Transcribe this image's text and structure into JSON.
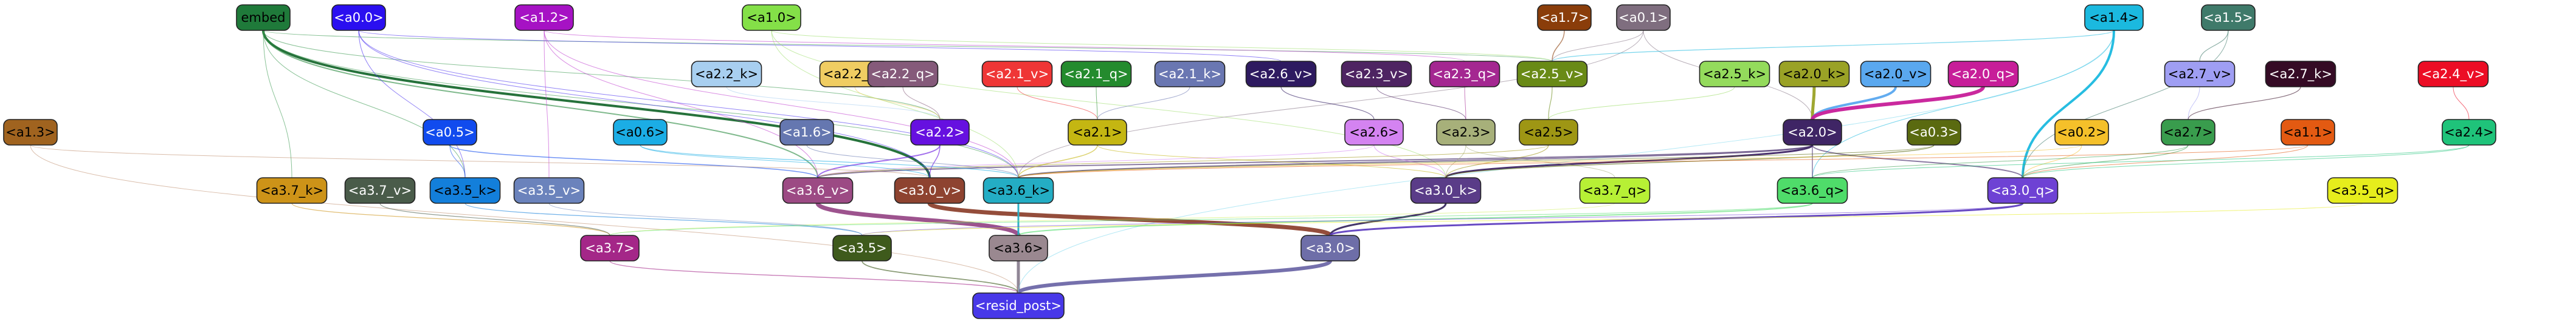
{
  "nodes": [
    {
      "id": "embed",
      "label": "embed",
      "fill": "#1f7a3a",
      "text": "#000000"
    },
    {
      "id": "a0_0",
      "label": "<a0.0>",
      "fill": "#2a0ff0",
      "text": "#ffffff"
    },
    {
      "id": "a1_2",
      "label": "<a1.2>",
      "fill": "#a612c4",
      "text": "#ffffff"
    },
    {
      "id": "a1_0",
      "label": "<a1.0>",
      "fill": "#84e048",
      "text": "#000000"
    },
    {
      "id": "a1_7",
      "label": "<a1.7>",
      "fill": "#8a3d0a",
      "text": "#ffffff"
    },
    {
      "id": "a0_1",
      "label": "<a0.1>",
      "fill": "#7f6e7f",
      "text": "#ffffff"
    },
    {
      "id": "a1_4",
      "label": "<a1.4>",
      "fill": "#1bb9df",
      "text": "#000000"
    },
    {
      "id": "a1_5",
      "label": "<a1.5>",
      "fill": "#3f7a6a",
      "text": "#ffffff"
    },
    {
      "id": "a2_2_k",
      "label": "<a2.2_k>",
      "fill": "#a8cff0",
      "text": "#000000"
    },
    {
      "id": "a2_2_v",
      "label": "<a2.2_v>",
      "fill": "#f0cd62",
      "text": "#000000"
    },
    {
      "id": "a2_2_q",
      "label": "<a2.2_q>",
      "fill": "#855a7a",
      "text": "#ffffff"
    },
    {
      "id": "a2_1_v",
      "label": "<a2.1_v>",
      "fill": "#ef3636",
      "text": "#ffffff"
    },
    {
      "id": "a2_1_q",
      "label": "<a2.1_q>",
      "fill": "#248b2e",
      "text": "#ffffff"
    },
    {
      "id": "a2_1_k",
      "label": "<a2.1_k>",
      "fill": "#6a77b2",
      "text": "#ffffff"
    },
    {
      "id": "a2_6_v",
      "label": "<a2.6_v>",
      "fill": "#2e1a60",
      "text": "#ffffff"
    },
    {
      "id": "a2_3_v",
      "label": "<a2.3_v>",
      "fill": "#4e2462",
      "text": "#ffffff"
    },
    {
      "id": "a2_3_q",
      "label": "<a2.3_q>",
      "fill": "#a42791",
      "text": "#ffffff"
    },
    {
      "id": "a2_5_v",
      "label": "<a2.5_v>",
      "fill": "#698a16",
      "text": "#ffffff"
    },
    {
      "id": "a2_5_k",
      "label": "<a2.5_k>",
      "fill": "#94db5c",
      "text": "#000000"
    },
    {
      "id": "a2_0_k",
      "label": "<a2.0_k>",
      "fill": "#9aa226",
      "text": "#000000"
    },
    {
      "id": "a2_0_v",
      "label": "<a2.0_v>",
      "fill": "#5aa8ef",
      "text": "#000000"
    },
    {
      "id": "a2_0_q",
      "label": "<a2.0_q>",
      "fill": "#c71e99",
      "text": "#ffffff"
    },
    {
      "id": "a2_7_v",
      "label": "<a2.7_v>",
      "fill": "#9f9ef3",
      "text": "#000000"
    },
    {
      "id": "a2_7_k",
      "label": "<a2.7_k>",
      "fill": "#350b25",
      "text": "#ffffff"
    },
    {
      "id": "a2_4_v",
      "label": "<a2.4_v>",
      "fill": "#ec0d25",
      "text": "#ffffff"
    },
    {
      "id": "a1_3",
      "label": "<a1.3>",
      "fill": "#a0631f",
      "text": "#000000"
    },
    {
      "id": "a0_5",
      "label": "<a0.5>",
      "fill": "#114bee",
      "text": "#ffffff"
    },
    {
      "id": "a0_6",
      "label": "<a0.6>",
      "fill": "#1bade5",
      "text": "#000000"
    },
    {
      "id": "a1_6",
      "label": "<a1.6>",
      "fill": "#6577b0",
      "text": "#ffffff"
    },
    {
      "id": "a2_2",
      "label": "<a2.2>",
      "fill": "#6610e0",
      "text": "#ffffff"
    },
    {
      "id": "a2_1",
      "label": "<a2.1>",
      "fill": "#c4b612",
      "text": "#000000"
    },
    {
      "id": "a2_6",
      "label": "<a2.6>",
      "fill": "#d483f1",
      "text": "#000000"
    },
    {
      "id": "a2_3",
      "label": "<a2.3>",
      "fill": "#a7b07a",
      "text": "#000000"
    },
    {
      "id": "a2_5",
      "label": "<a2.5>",
      "fill": "#9e9614",
      "text": "#000000"
    },
    {
      "id": "a2_0",
      "label": "<a2.0>",
      "fill": "#3f2565",
      "text": "#ffffff"
    },
    {
      "id": "a0_3",
      "label": "<a0.3>",
      "fill": "#5a6a10",
      "text": "#ffffff"
    },
    {
      "id": "a0_2",
      "label": "<a0.2>",
      "fill": "#f5c02a",
      "text": "#000000"
    },
    {
      "id": "a2_7",
      "label": "<a2.7>",
      "fill": "#399c4d",
      "text": "#000000"
    },
    {
      "id": "a1_1",
      "label": "<a1.1>",
      "fill": "#e35a12",
      "text": "#000000"
    },
    {
      "id": "a2_4",
      "label": "<a2.4>",
      "fill": "#1fc37a",
      "text": "#000000"
    },
    {
      "id": "a3_7_k",
      "label": "<a3.7_k>",
      "fill": "#cd9318",
      "text": "#000000"
    },
    {
      "id": "a3_7_v",
      "label": "<a3.7_v>",
      "fill": "#4a5c4a",
      "text": "#ffffff"
    },
    {
      "id": "a3_5_k",
      "label": "<a3.5_k>",
      "fill": "#137fdb",
      "text": "#000000"
    },
    {
      "id": "a3_5_v",
      "label": "<a3.5_v>",
      "fill": "#6b83bc",
      "text": "#ffffff"
    },
    {
      "id": "a3_6_v",
      "label": "<a3.6_v>",
      "fill": "#9c4a84",
      "text": "#ffffff"
    },
    {
      "id": "a3_0_v",
      "label": "<a3.0_v>",
      "fill": "#8e4330",
      "text": "#ffffff"
    },
    {
      "id": "a3_6_k",
      "label": "<a3.6_k>",
      "fill": "#24adc4",
      "text": "#000000"
    },
    {
      "id": "a3_0_k",
      "label": "<a3.0_k>",
      "fill": "#5a3c88",
      "text": "#ffffff"
    },
    {
      "id": "a3_7_q",
      "label": "<a3.7_q>",
      "fill": "#b7f035",
      "text": "#000000"
    },
    {
      "id": "a3_6_q",
      "label": "<a3.6_q>",
      "fill": "#4fdc6a",
      "text": "#000000"
    },
    {
      "id": "a3_0_q",
      "label": "<a3.0_q>",
      "fill": "#6e42d4",
      "text": "#ffffff"
    },
    {
      "id": "a3_5_q",
      "label": "<a3.5_q>",
      "fill": "#e6ed1c",
      "text": "#000000"
    },
    {
      "id": "a3_7",
      "label": "<a3.7>",
      "fill": "#a42788",
      "text": "#ffffff"
    },
    {
      "id": "a3_5",
      "label": "<a3.5>",
      "fill": "#3e5a1c",
      "text": "#ffffff"
    },
    {
      "id": "a3_6",
      "label": "<a3.6>",
      "fill": "#9a8890",
      "text": "#000000"
    },
    {
      "id": "a3_0",
      "label": "<a3.0>",
      "fill": "#6e6ea8",
      "text": "#ffffff"
    },
    {
      "id": "resid_post",
      "label": "<resid_post>",
      "fill": "#4838e8",
      "text": "#ffffff"
    }
  ],
  "edges": [
    {
      "from": "a3_6",
      "to": "resid_post",
      "color": "#8a8090",
      "width": 5
    },
    {
      "from": "a3_0",
      "to": "resid_post",
      "color": "#6e68a8",
      "width": 6
    },
    {
      "from": "a3_7",
      "to": "resid_post",
      "color": "#a42788",
      "width": 1.4
    },
    {
      "from": "a3_5",
      "to": "resid_post",
      "color": "#3e5a1c",
      "width": 1.8
    },
    {
      "from": "a1_3",
      "to": "resid_post",
      "color": "#c09070",
      "width": 1
    },
    {
      "from": "a1_4",
      "to": "resid_post",
      "color": "#7fd8ee",
      "width": 1
    },
    {
      "from": "a3_0_v",
      "to": "a3_0",
      "color": "#8e4330",
      "width": 7
    },
    {
      "from": "a3_0_k",
      "to": "a3_0",
      "color": "#3a2a60",
      "width": 3
    },
    {
      "from": "a3_0_q",
      "to": "a3_0",
      "color": "#6040c0",
      "width": 3
    },
    {
      "from": "a3_6_v",
      "to": "a3_6",
      "color": "#984a88",
      "width": 7
    },
    {
      "from": "a3_6_k",
      "to": "a3_6",
      "color": "#24adc4",
      "width": 3
    },
    {
      "from": "a3_6_q",
      "to": "a3_6",
      "color": "#4fdc6a",
      "width": 2
    },
    {
      "from": "a3_7_k",
      "to": "a3_7",
      "color": "#cd9318",
      "width": 1.2
    },
    {
      "from": "a3_7_v",
      "to": "a3_7",
      "color": "#4a5c4a",
      "width": 1.2
    },
    {
      "from": "a3_7_q",
      "to": "a3_7",
      "color": "#d0f060",
      "width": 1
    },
    {
      "from": "a3_5_k",
      "to": "a3_5",
      "color": "#137fdb",
      "width": 1.2
    },
    {
      "from": "a3_5_v",
      "to": "a3_5",
      "color": "#6b83bc",
      "width": 1
    },
    {
      "from": "a3_5_q",
      "to": "a3_5",
      "color": "#e6ed1c",
      "width": 1
    },
    {
      "from": "embed",
      "to": "a3_0_v",
      "color": "#1a6a30",
      "width": 4
    },
    {
      "from": "embed",
      "to": "a3_6_v",
      "color": "#2a8a40",
      "width": 2
    },
    {
      "from": "embed",
      "to": "a3_7_k",
      "color": "#3a9a50",
      "width": 1
    },
    {
      "from": "embed",
      "to": "a3_5_k",
      "color": "#3a9a50",
      "width": 1
    },
    {
      "from": "embed",
      "to": "a3_6_k",
      "color": "#3a9a50",
      "width": 1
    },
    {
      "from": "embed",
      "to": "a2_2",
      "color": "#3a9a50",
      "width": 1
    },
    {
      "from": "embed",
      "to": "a2_5_v",
      "color": "#3a9a50",
      "width": 1
    },
    {
      "from": "a0_0",
      "to": "a3_5_k",
      "color": "#4a30f0",
      "width": 1
    },
    {
      "from": "a0_0",
      "to": "a3_0_v",
      "color": "#4a30f0",
      "width": 1
    },
    {
      "from": "a0_0",
      "to": "a2_6_v",
      "color": "#4a30f0",
      "width": 1
    },
    {
      "from": "a0_0",
      "to": "a3_6_k",
      "color": "#4a30f0",
      "width": 1
    },
    {
      "from": "a1_2",
      "to": "a3_6_k",
      "color": "#c040d0",
      "width": 1
    },
    {
      "from": "a1_2",
      "to": "a3_5_v",
      "color": "#c040d0",
      "width": 1
    },
    {
      "from": "a1_2",
      "to": "a2_3_q",
      "color": "#c040d0",
      "width": 1
    },
    {
      "from": "a1_2",
      "to": "a3_6_v",
      "color": "#c040d0",
      "width": 1
    },
    {
      "from": "a1_0",
      "to": "a3_6_k",
      "color": "#a0e070",
      "width": 1
    },
    {
      "from": "a1_0",
      "to": "a2_5_v",
      "color": "#a0e070",
      "width": 1
    },
    {
      "from": "a1_0",
      "to": "a3_0_k",
      "color": "#a0e070",
      "width": 1
    },
    {
      "from": "a1_7",
      "to": "a2_5_v",
      "color": "#8a3d0a",
      "width": 1.5
    },
    {
      "from": "a0_1",
      "to": "a2_5_v",
      "color": "#8a7a8a",
      "width": 1
    },
    {
      "from": "a0_1",
      "to": "a3_6_k",
      "color": "#8a7a8a",
      "width": 1
    },
    {
      "from": "a0_1",
      "to": "a2_0",
      "color": "#8a7a8a",
      "width": 1
    },
    {
      "from": "a1_4",
      "to": "a3_0_q",
      "color": "#1bb9df",
      "width": 4
    },
    {
      "from": "a1_4",
      "to": "a2_5_v",
      "color": "#1bb9df",
      "width": 1.2
    },
    {
      "from": "a1_4",
      "to": "a3_6_q",
      "color": "#1bb9df",
      "width": 1
    },
    {
      "from": "a1_5",
      "to": "a2_7_v",
      "color": "#3f7a6a",
      "width": 1.2
    },
    {
      "from": "a1_5",
      "to": "a3_0_q",
      "color": "#3f7a6a",
      "width": 1
    },
    {
      "from": "a2_2_k",
      "to": "a2_2",
      "color": "#a8cff0",
      "width": 1
    },
    {
      "from": "a2_2_v",
      "to": "a2_2",
      "color": "#f0cd62",
      "width": 1
    },
    {
      "from": "a2_2_q",
      "to": "a2_2",
      "color": "#855a7a",
      "width": 1
    },
    {
      "from": "a2_1_v",
      "to": "a2_1",
      "color": "#ef3636",
      "width": 1
    },
    {
      "from": "a2_1_q",
      "to": "a2_1",
      "color": "#248b2e",
      "width": 1
    },
    {
      "from": "a2_1_k",
      "to": "a2_1",
      "color": "#6a77b2",
      "width": 1
    },
    {
      "from": "a2_6_v",
      "to": "a2_6",
      "color": "#2e1a60",
      "width": 1.2
    },
    {
      "from": "a2_3_v",
      "to": "a2_3",
      "color": "#4e2462",
      "width": 1
    },
    {
      "from": "a2_3_q",
      "to": "a2_3",
      "color": "#a42791",
      "width": 1
    },
    {
      "from": "a2_5_v",
      "to": "a2_5",
      "color": "#698a16",
      "width": 1.2
    },
    {
      "from": "a2_5_k",
      "to": "a2_5",
      "color": "#94db5c",
      "width": 1
    },
    {
      "from": "a2_0_k",
      "to": "a2_0",
      "color": "#9aa226",
      "width": 5
    },
    {
      "from": "a2_0_v",
      "to": "a2_0",
      "color": "#5aa8ef",
      "width": 4
    },
    {
      "from": "a2_0_q",
      "to": "a2_0",
      "color": "#c71e99",
      "width": 6
    },
    {
      "from": "a2_7_v",
      "to": "a2_7",
      "color": "#9f9ef3",
      "width": 1
    },
    {
      "from": "a2_7_k",
      "to": "a2_7",
      "color": "#350b25",
      "width": 1.2
    },
    {
      "from": "a2_4_v",
      "to": "a2_4",
      "color": "#ec0d25",
      "width": 1
    },
    {
      "from": "a2_0",
      "to": "a3_0_k",
      "color": "#3f2565",
      "width": 3
    },
    {
      "from": "a2_0",
      "to": "a3_6_k",
      "color": "#3f2565",
      "width": 2
    },
    {
      "from": "a2_0",
      "to": "a3_0_q",
      "color": "#3f2565",
      "width": 2
    },
    {
      "from": "a2_0",
      "to": "a3_6_v",
      "color": "#3f2565",
      "width": 2
    },
    {
      "from": "a2_0",
      "to": "a3_6_q",
      "color": "#3f2565",
      "width": 1.5
    },
    {
      "from": "a2_2",
      "to": "a3_6_v",
      "color": "#6610e0",
      "width": 2
    },
    {
      "from": "a2_2",
      "to": "a3_0_v",
      "color": "#6610e0",
      "width": 1.5
    },
    {
      "from": "a2_1",
      "to": "a3_6_k",
      "color": "#c4b612",
      "width": 1.5
    },
    {
      "from": "a2_1",
      "to": "a3_0_k",
      "color": "#c4b612",
      "width": 1
    },
    {
      "from": "a2_6",
      "to": "a3_0_k",
      "color": "#d483f1",
      "width": 1.2
    },
    {
      "from": "a2_6",
      "to": "a3_6_v",
      "color": "#d483f1",
      "width": 1
    },
    {
      "from": "a2_3",
      "to": "a3_0_k",
      "color": "#a7b07a",
      "width": 1
    },
    {
      "from": "a2_3",
      "to": "a3_7_q",
      "color": "#a7b07a",
      "width": 1
    },
    {
      "from": "a2_5",
      "to": "a3_0_k",
      "color": "#9e9614",
      "width": 1.2
    },
    {
      "from": "a2_5",
      "to": "a3_6_v",
      "color": "#9e9614",
      "width": 1
    },
    {
      "from": "a0_3",
      "to": "a3_0_k",
      "color": "#5a6a10",
      "width": 1.5
    },
    {
      "from": "a0_3",
      "to": "a3_6_k",
      "color": "#5a6a10",
      "width": 1
    },
    {
      "from": "a0_2",
      "to": "a3_0_q",
      "color": "#f5c02a",
      "width": 1
    },
    {
      "from": "a0_2",
      "to": "a3_6_k",
      "color": "#f5c02a",
      "width": 1
    },
    {
      "from": "a2_7",
      "to": "a3_0_q",
      "color": "#399c4d",
      "width": 1.2
    },
    {
      "from": "a2_7",
      "to": "a3_6_q",
      "color": "#399c4d",
      "width": 1
    },
    {
      "from": "a1_1",
      "to": "a3_0_q",
      "color": "#e35a12",
      "width": 1
    },
    {
      "from": "a1_1",
      "to": "a3_6_k",
      "color": "#e35a12",
      "width": 1
    },
    {
      "from": "a2_4",
      "to": "a3_0_q",
      "color": "#1fc37a",
      "width": 1
    },
    {
      "from": "a2_4",
      "to": "a3_6_q",
      "color": "#1fc37a",
      "width": 1
    },
    {
      "from": "a0_5",
      "to": "a3_6_v",
      "color": "#114bee",
      "width": 1.5
    },
    {
      "from": "a0_5",
      "to": "a3_5_k",
      "color": "#114bee",
      "width": 1
    },
    {
      "from": "a0_6",
      "to": "a3_6_k",
      "color": "#1bade5",
      "width": 1.2
    },
    {
      "from": "a0_6",
      "to": "a3_0_v",
      "color": "#1bade5",
      "width": 1
    },
    {
      "from": "a1_6",
      "to": "a3_6_k",
      "color": "#6577b0",
      "width": 1
    },
    {
      "from": "a1_3",
      "to": "a3_0_v",
      "color": "#c09070",
      "width": 1
    },
    {
      "from": "a3_6_q",
      "to": "a3_7",
      "color": "#4fdc6a",
      "width": 1
    },
    {
      "from": "a3_0_q",
      "to": "a3_5",
      "color": "#6e42d4",
      "width": 1
    }
  ]
}
